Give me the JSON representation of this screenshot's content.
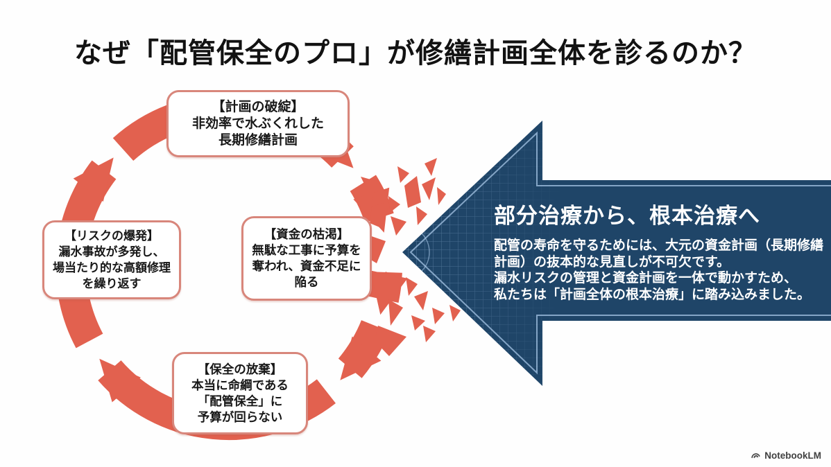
{
  "title": "なぜ「配管保全のプロ」が修繕計画全体を診るのか？",
  "cycle": {
    "boxes": [
      {
        "title": "【計画の破綻】",
        "lines": [
          "非効率で水ぶくれした",
          "長期修繕計画"
        ]
      },
      {
        "title": "【リスクの爆発】",
        "lines": [
          "漏水事故が多発し、",
          "場当たり的な高額修理",
          "を繰り返す"
        ]
      },
      {
        "title": "【資金の枯渇】",
        "lines": [
          "無駄な工事に予算を",
          "奪われ、資金不足に",
          "陥る"
        ]
      },
      {
        "title": "【保全の放棄】",
        "lines": [
          "本当に命綱である",
          "「配管保全」に",
          "予算が回らない"
        ]
      }
    ]
  },
  "arrow": {
    "heading": "部分治療から、根本治療へ",
    "body_lines": [
      "配管の寿命を守るためには、大元の資金計画（長期修繕",
      "計画）の抜本的な見直しが不可欠です。",
      "漏水リスクの管理と資金計画を一体で動かすため、",
      "私たちは「計画全体の根本治療」に踏み込みました。"
    ]
  },
  "footer": {
    "brand": "NotebookLM",
    "icon": "notebooklm-logo-icon"
  },
  "colors": {
    "cycle_ring": "#E2614F",
    "box_border": "#D8867B",
    "arrow_fill": "#1F4568",
    "arrow_accent_line": "#A7C6E6",
    "title_text": "#121212",
    "arrow_text": "#FFFFFF",
    "brand_text": "#404040"
  }
}
